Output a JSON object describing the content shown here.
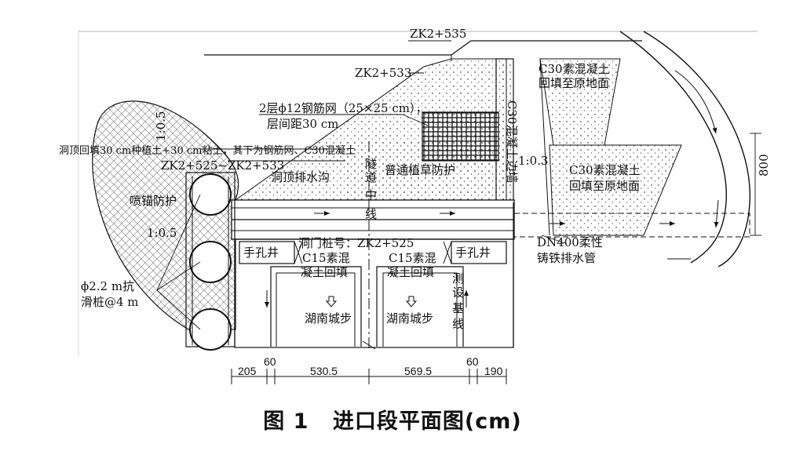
{
  "stations": {
    "zk535": "ZK2+535",
    "zk533": "ZK2+533",
    "zk525_533": "ZK2+525~ZK2+533"
  },
  "labels": {
    "rebar_mesh": "2层ϕ12钢筋网（25×25 cm），",
    "layer_spacing": "层间距30 cm",
    "top_backfill": "洞顶回填30 cm种植土+30 cm粘土，其下为钢筋网、C30混凝土",
    "shotcrete": "喷锚防护",
    "slope_left": "1:0.5",
    "slope_left_low": "1:0.5",
    "slope_right": "1:0.3",
    "drain_ditch": "洞顶排水沟",
    "tunnel_center": [
      "隧",
      "道",
      "中",
      "线"
    ],
    "grass": "普通植草防护",
    "c30_wall": "C30混凝土边墙",
    "c30_fill_top": [
      "C30素混凝土",
      "回填至原地面"
    ],
    "c30_fill_mid": [
      "C30素混凝土",
      "回填至原地面"
    ],
    "portal_pile": "洞门桩号：ZK2+525",
    "hand_well_left": "手孔井",
    "hand_well_right": "手孔井",
    "c15_left": [
      "C15素混",
      "凝土回填"
    ],
    "c15_right": [
      "C15素混",
      "凝土回填"
    ],
    "pipe": [
      "DN400柔性",
      "铸铁排水管"
    ],
    "pile": [
      "ϕ2.2 m抗",
      "滑桩@4 m"
    ],
    "road_left": "湖南城步",
    "road_right": "湖南城步",
    "survey": [
      "测",
      "设",
      "基",
      "线"
    ],
    "dim_800": "800"
  },
  "dimensions": [
    "205",
    "60",
    "530.5",
    "569.5",
    "60",
    "190"
  ],
  "caption": {
    "figure": "图 1",
    "title": "进口段平面图(cm)"
  }
}
